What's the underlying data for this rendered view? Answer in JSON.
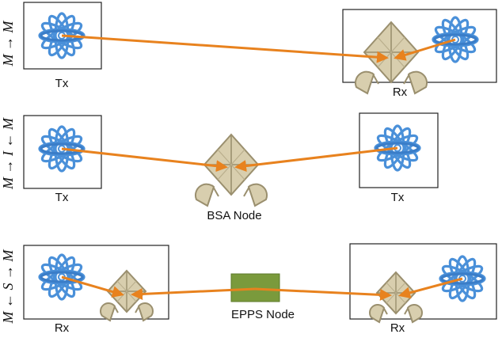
{
  "rows": [
    {
      "side_label": "M → M",
      "left_label": "Tx",
      "right_label": "Rx",
      "middle_label": ""
    },
    {
      "side_label": "M → I ← M",
      "left_label": "Tx",
      "right_label": "Tx",
      "middle_label": "BSA Node"
    },
    {
      "side_label": "M ← S → M",
      "left_label": "Rx",
      "right_label": "Rx",
      "middle_label": "EPPS Node"
    }
  ],
  "colors": {
    "link": "#e8821e",
    "atom": "#4a90d9",
    "detector": "#d8ceae",
    "detector_edge": "#9a8f6e",
    "source": "#7a9a3c",
    "box": "#222222"
  },
  "icons": [
    "atom-icon",
    "bsa-detector-icon",
    "epps-source-icon"
  ]
}
